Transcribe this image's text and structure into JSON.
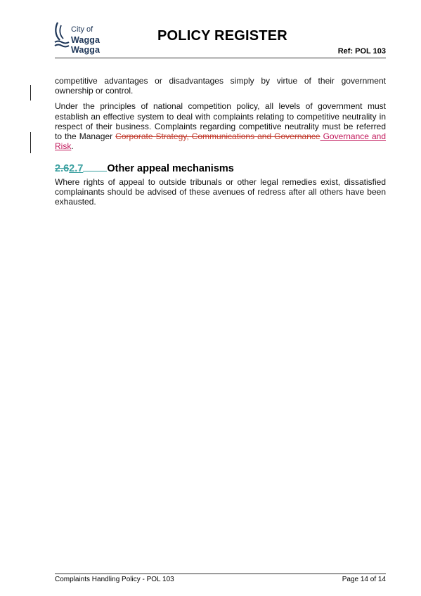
{
  "header": {
    "logo_line1": "City of",
    "logo_line2": "Wagga Wagga",
    "logo_icon": "wagga-wagga-wave-logo-icon",
    "title": "POLICY REGISTER",
    "ref": "Ref: POL 103"
  },
  "body": {
    "para1": "competitive advantages or disadvantages simply by virtue of their government ownership or control.",
    "para2_text": "Under the principles of national competition policy, all levels of government must establish an effective system to deal with complaints relating to competitive neutrality in respect of their business. Complaints regarding competitive neutrality must be referred to the Manager ",
    "para2_deleted": "Corporate Strategy, Communications and Governance",
    "para2_inserted": " Governance and Risk",
    "para2_end": ".",
    "heading_num_deleted": "2.6",
    "heading_num_inserted": "2.7",
    "heading_title": "Other appeal mechanisms",
    "para3": "Where rights of appeal to outside tribunals or other legal remedies exist, dissatisfied complainants should be advised of these avenues of redress after all others have been exhausted."
  },
  "footer": {
    "left": "Complaints Handling Policy - POL 103",
    "right": "Page 14 of 14"
  },
  "colors": {
    "deleted_text": "#c0392b",
    "inserted_text": "#c2185b",
    "heading_number": "#3aa0a0",
    "logo": "#1d3557"
  }
}
